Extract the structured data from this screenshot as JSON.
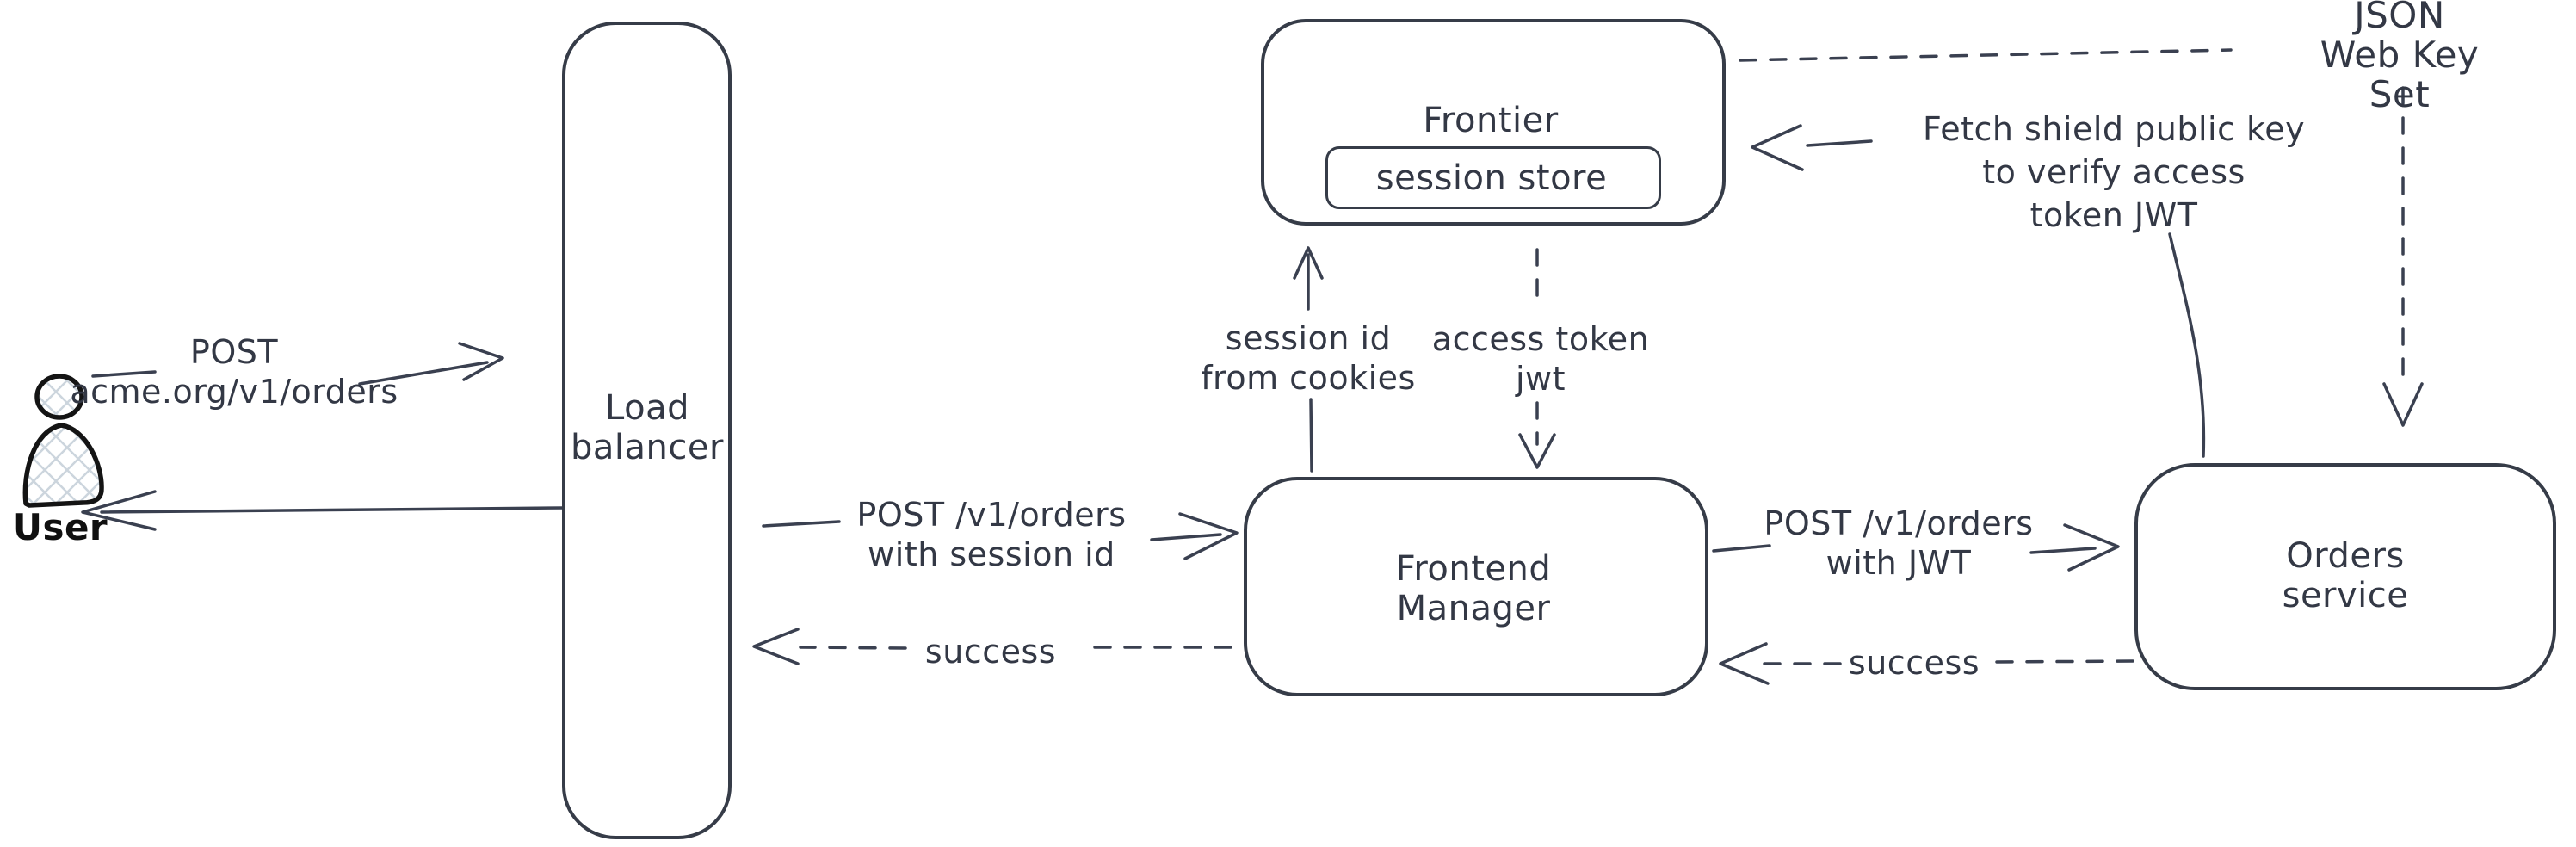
{
  "colors": {
    "ink": "#3a4050",
    "text": "#333845",
    "user_icon_ink": "#141414",
    "user_icon_hatch": "#ccd5dd",
    "background": "#ffffff"
  },
  "nodes": {
    "user": {
      "label": "User"
    },
    "load_balancer": {
      "label": "Load\nbalancer"
    },
    "frontier": {
      "title": "Frontier",
      "store": "session store"
    },
    "frontend_manager": {
      "label": "Frontend\nManager"
    },
    "orders_service": {
      "label": "Orders service"
    }
  },
  "edges": {
    "user_to_lb": {
      "label": "POST\nacme.org/v1/orders",
      "style": "solid"
    },
    "lb_to_user": {
      "label": "",
      "style": "solid"
    },
    "lb_to_fm": {
      "label": "POST /v1/orders\nwith session id",
      "style": "solid"
    },
    "fm_to_lb": {
      "label": "success",
      "style": "dashed"
    },
    "fm_to_frontier": {
      "label": "session id\nfrom cookies",
      "style": "solid"
    },
    "frontier_to_fm": {
      "label": "access token\njwt",
      "style": "dashed"
    },
    "fm_to_orders": {
      "label": "POST /v1/orders\nwith JWT",
      "style": "solid"
    },
    "orders_to_fm": {
      "label": "success",
      "style": "dashed"
    },
    "orders_to_frontier": {
      "label": "Fetch shield public key\nto verify access\ntoken JWT",
      "style": "solid"
    },
    "frontier_to_jwks": {
      "label": "JSON Web Key Set",
      "style": "dashed"
    }
  }
}
